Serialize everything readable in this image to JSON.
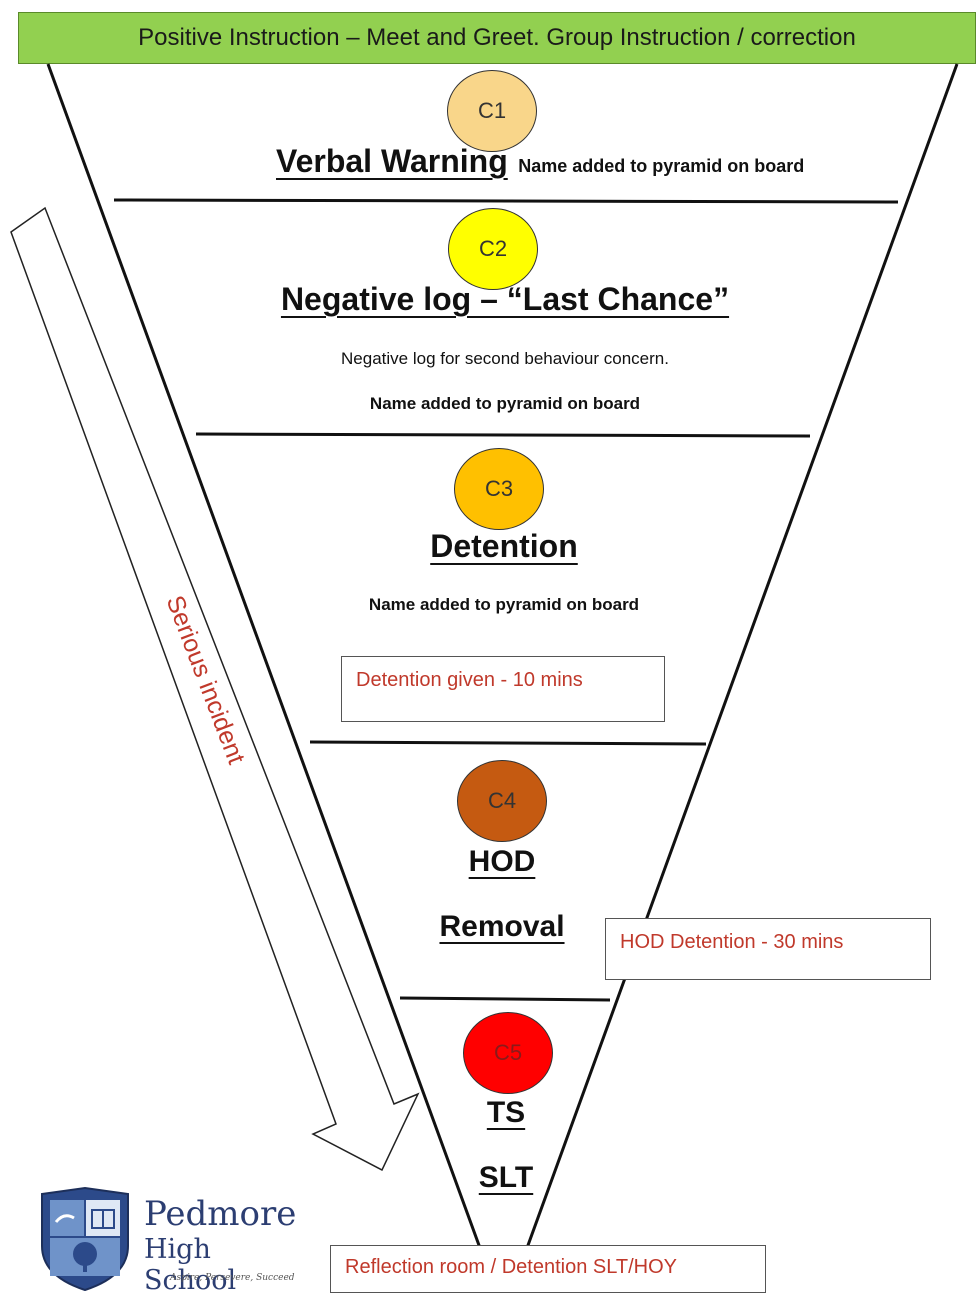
{
  "banner": "Positive Instruction – Meet and Greet. Group Instruction / correction",
  "stages": {
    "c1": {
      "badge": "C1",
      "color": "#f9d68a",
      "title": "Verbal Warning",
      "note": "Name added to pyramid on board"
    },
    "c2": {
      "badge": "C2",
      "color": "#ffff00",
      "title": "Negative log – “Last Chance”",
      "line1": "Negative log for second behaviour concern.",
      "line2": "Name added to pyramid on board"
    },
    "c3": {
      "badge": "C3",
      "color": "#ffc000",
      "title": "Detention",
      "note": "Name added to pyramid on board",
      "box": "Detention given - 10 mins"
    },
    "c4": {
      "badge": "C4",
      "color": "#c55a11",
      "title1": "HOD",
      "title2": "Removal",
      "box": "HOD Detention - 30 mins"
    },
    "c5": {
      "badge": "C5",
      "color": "#ff0000",
      "title1": "TS",
      "title2": "SLT",
      "box": "Reflection room / Detention SLT/HOY"
    }
  },
  "arrow_label": "Serious incident",
  "logo": {
    "line1": "Pedmore",
    "line2": "High School",
    "tagline": "Aspire, Persevere, Succeed"
  }
}
